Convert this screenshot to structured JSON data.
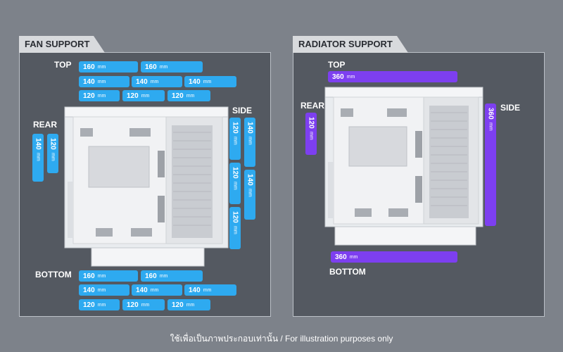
{
  "footer_note": "ใช้เพื่อเป็นภาพประกอบเท่านั้น / For illustration purposes only",
  "unit": "mm",
  "fan_support": {
    "title": "FAN SUPPORT",
    "top": {
      "label": "TOP",
      "row1": [
        "160",
        "160"
      ],
      "row2": [
        "140",
        "140",
        "140"
      ],
      "row3": [
        "120",
        "120",
        "120"
      ]
    },
    "rear": {
      "label": "REAR",
      "values": [
        "140",
        "120"
      ]
    },
    "side": {
      "label": "SIDE",
      "col_left": [
        "120",
        "120",
        "120"
      ],
      "col_right": [
        "140",
        "140"
      ]
    },
    "bottom": {
      "label": "BOTTOM",
      "row1": [
        "160",
        "160"
      ],
      "row2": [
        "140",
        "140",
        "140"
      ],
      "row3": [
        "120",
        "120",
        "120"
      ]
    }
  },
  "radiator_support": {
    "title": "RADIATOR SUPPORT",
    "top": {
      "label": "TOP",
      "value": "360"
    },
    "rear": {
      "label": "REAR",
      "value": "120"
    },
    "side": {
      "label": "SIDE",
      "value": "360"
    },
    "bottom": {
      "label": "BOTTOM",
      "value": "360"
    }
  },
  "colors": {
    "fan_pill": "#2eaaf0",
    "radiator_pill": "#7d3ff0",
    "panel": "#545961",
    "background": "#7d828a"
  }
}
